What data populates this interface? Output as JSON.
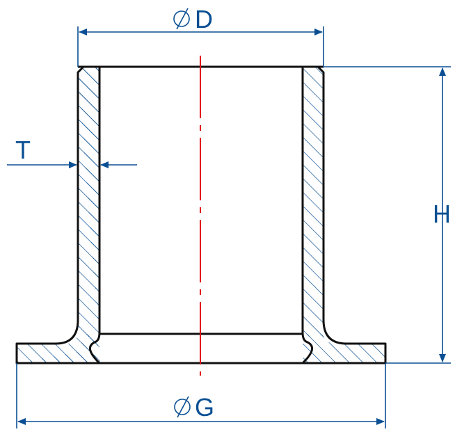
{
  "labels": {
    "top_diameter": "D",
    "wall_thickness": "T",
    "height": "H",
    "bottom_diameter": "G"
  },
  "icons": {
    "diameter_symbol": "diameter-symbol-icon"
  },
  "colors": {
    "outline": "#111111",
    "dimension": "#0a4f93",
    "centerline": "#e0101a",
    "background": "#ffffff"
  }
}
